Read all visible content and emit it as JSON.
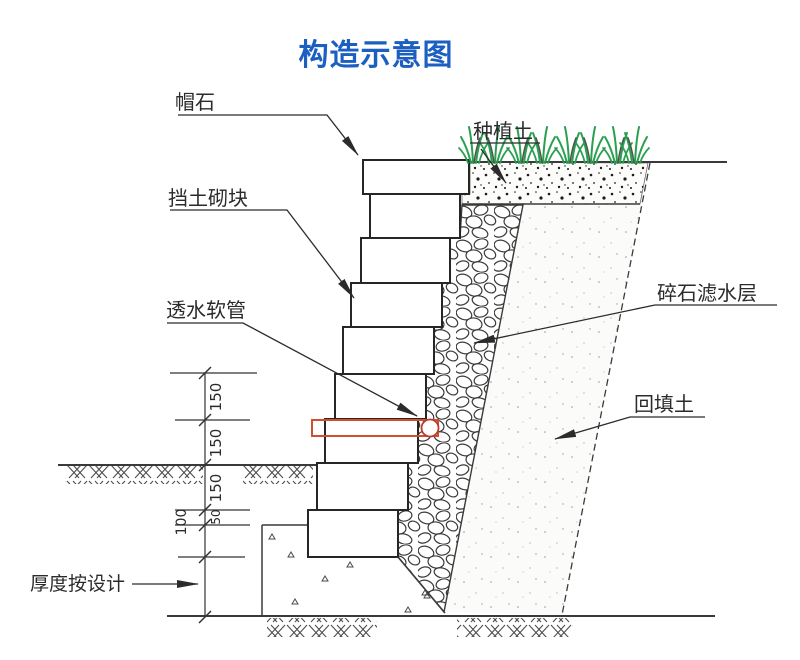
{
  "title": "构造示意图",
  "labels": {
    "cap_stone": "帽石",
    "retaining_block": "挡土砌块",
    "permeable_pipe": "透水软管",
    "planting_soil": "种植土",
    "gravel_filter_layer": "碎石滤水层",
    "backfill_soil": "回填土",
    "thickness_note": "厚度按设计"
  },
  "dimensions": {
    "d1": "150",
    "d2": "150",
    "d3": "150",
    "d4": "50",
    "d5": "100"
  },
  "colors": {
    "title_blue": "#1b5fc1",
    "line": "#3a3a3a",
    "pipe_red": "#cf4f2e",
    "grass_green": "#2aa04e"
  }
}
